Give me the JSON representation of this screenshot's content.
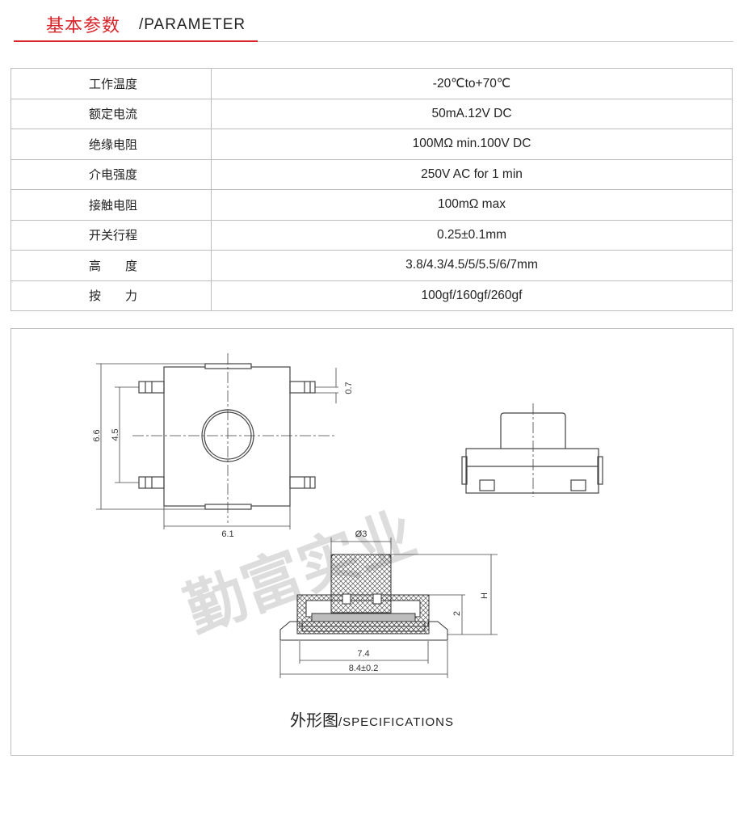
{
  "header": {
    "title_cn": "基本参数",
    "title_en": "/PARAMETER",
    "accent_color": "#d9242a"
  },
  "params": [
    {
      "label": "工作温度",
      "value": "-20℃to+70℃"
    },
    {
      "label": "额定电流",
      "value": "50mA.12V DC"
    },
    {
      "label": "绝缘电阻",
      "value": "100MΩ min.100V DC"
    },
    {
      "label": "介电强度",
      "value": "250V AC for 1 min"
    },
    {
      "label": "接触电阻",
      "value": "100mΩ max"
    },
    {
      "label": "开关行程",
      "value": "0.25±0.1mm"
    },
    {
      "label": "高　　度",
      "value": "3.8/4.3/4.5/5/5.5/6/7mm"
    },
    {
      "label": "按　　力",
      "value": "100gf/160gf/260gf"
    }
  ],
  "drawing": {
    "dim_6_6": "6.6",
    "dim_4_5": "4.5",
    "dim_0_7": "0.7",
    "dim_6_1": "6.1",
    "dim_d3": "Ø3",
    "dim_h": "H",
    "dim_2": "2",
    "dim_7_4": "7.4",
    "dim_8_4": "8.4±0.2",
    "watermark": "勤富实业"
  },
  "caption": {
    "cn": "外形图",
    "en": "/SPECIFICATIONS"
  }
}
